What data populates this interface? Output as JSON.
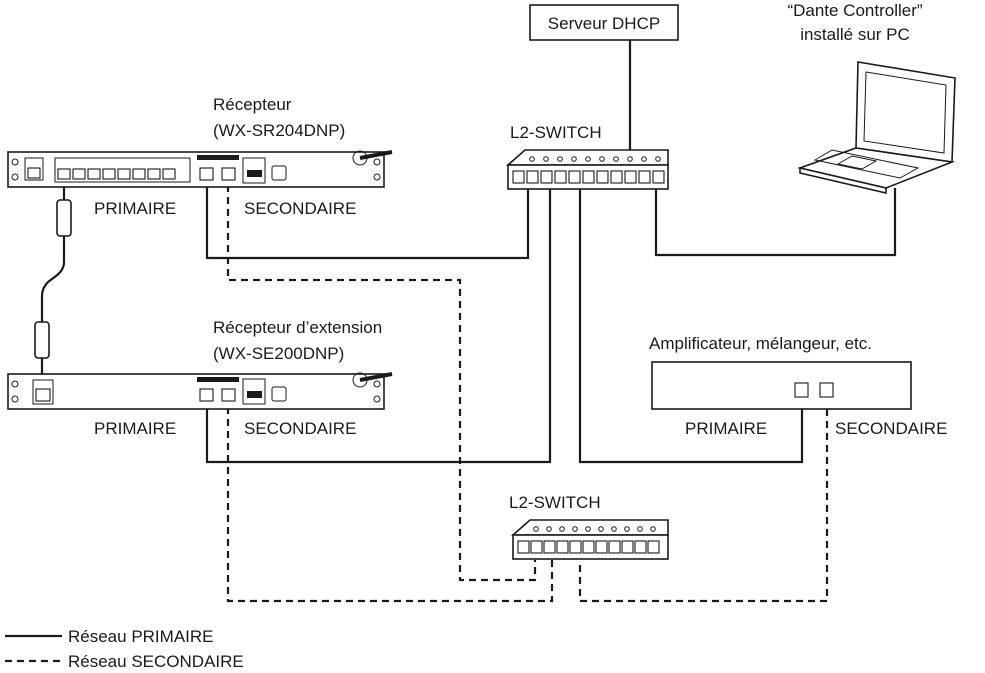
{
  "labels": {
    "dhcp": "Serveur DHCP",
    "dante_line1": "“Dante Controller”",
    "dante_line2": "installé sur PC",
    "receiver_line1": "Récepteur",
    "receiver_line2": "(WX-SR204DNP)",
    "ext_line1": "Récepteur d’extension",
    "ext_line2": "(WX-SE200DNP)",
    "switch_top": "L2-SWITCH",
    "switch_bottom": "L2-SWITCH",
    "amp": "Amplificateur, mélangeur, etc.",
    "primary_1": "PRIMAIRE",
    "secondary_1": "SECONDAIRE",
    "primary_2": "PRIMAIRE",
    "secondary_2": "SECONDAIRE",
    "primary_3": "PRIMAIRE",
    "secondary_3": "SECONDAIRE"
  },
  "legend": {
    "primary": "Réseau PRIMAIRE",
    "secondary": "Réseau SECONDAIRE"
  }
}
